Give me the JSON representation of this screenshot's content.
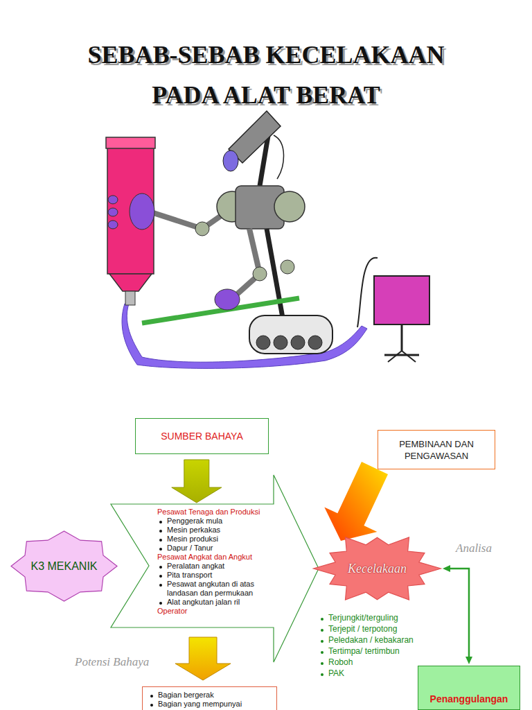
{
  "diagram": {
    "title": "SEBAB-SEBAB KECELAKAAN PADA ALAT BERAT",
    "nodes": [
      {
        "text": [
          "SUMBER BAHAYA"
        ]
      },
      {
        "text": [
          "PEMBINAAN DAN PENGAWASAN"
        ]
      },
      {
        "text": [
          "Pesawat Tenaga dan Produksi",
          "Penggerak mula",
          "Mesin perkakas",
          "Mesin produksi",
          "Dapur / Tanur",
          "Pesawat Angkat dan Angkut",
          "Peralatan angkat",
          "Pita transport",
          "Pesawat angkutan di atas landasan dan permukaan",
          "Alat angkutan jalan ril",
          "Operator"
        ]
      },
      {
        "text": [
          "K3 MEKANIK"
        ]
      },
      {
        "text": [
          "Kecelakaan"
        ]
      },
      {
        "text": [
          "Penanggulangan"
        ]
      },
      {
        "text": [
          "Bagian bergerak",
          "Bagian yang mempunyai"
        ]
      }
    ],
    "edges": [
      {
        "from": 0,
        "to": 2,
        "arrow": "to"
      },
      {
        "from": 1,
        "to": 4,
        "arrow": "to"
      },
      {
        "from": 4,
        "to": 5,
        "arrow": "both"
      },
      {
        "from": 2,
        "to": 6,
        "arrow": "to"
      }
    ],
    "labels": [
      "Analisa",
      "Terjungkit/terguling",
      "Terjepit / terpotong",
      "Peledakan / kebakaran",
      "Tertimpa/ tertimbun",
      "Roboh",
      "PAK",
      "Potensi Bahaya"
    ]
  }
}
